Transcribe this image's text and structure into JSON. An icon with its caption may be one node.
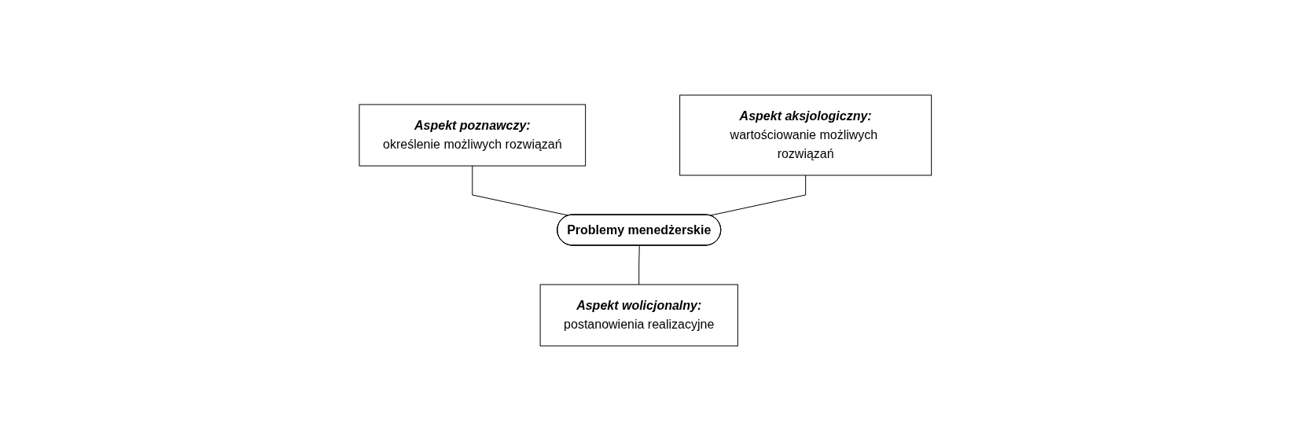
{
  "diagram": {
    "nodes": [
      {
        "text": [
          "Aspekt poznawczy:",
          "określenie możliwych rozwiązań"
        ]
      },
      {
        "text": [
          "Aspekt aksjologiczny:",
          "wartościowanie możliwych rozwiązań"
        ]
      },
      {
        "text": [
          "Problemy menedżerskie"
        ]
      },
      {
        "text": [
          "Aspekt wolicjonalny:",
          "postanowienia realizacyjne"
        ]
      }
    ],
    "edges": [
      {
        "from": 0,
        "to": 2,
        "arrow": "none"
      },
      {
        "from": 1,
        "to": 2,
        "arrow": "none"
      },
      {
        "from": 2,
        "to": 3,
        "arrow": "none"
      }
    ]
  }
}
